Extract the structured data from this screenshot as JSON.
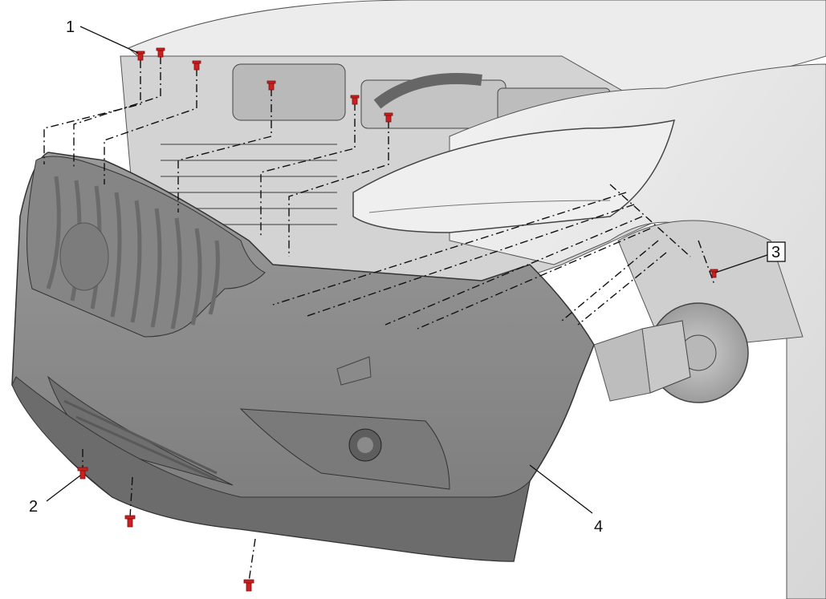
{
  "diagram": {
    "type": "exploded-assembly-illustration",
    "callouts": [
      {
        "id": "1",
        "label": "1",
        "boxed": false
      },
      {
        "id": "2",
        "label": "2",
        "boxed": false
      },
      {
        "id": "3",
        "label": "3",
        "boxed": true
      },
      {
        "id": "4",
        "label": "4",
        "boxed": false
      }
    ],
    "colors": {
      "background": "#ffffff",
      "fascia": "#8f8f8f",
      "fascia_dark": "#6e6e6e",
      "engine_bay": "#d8d8d8",
      "body_panel": "#e9e9e9",
      "fastener": "#cc2020",
      "line": "#111111"
    },
    "icons": [
      "push-pin-fastener-icon",
      "screw-fastener-icon"
    ]
  }
}
